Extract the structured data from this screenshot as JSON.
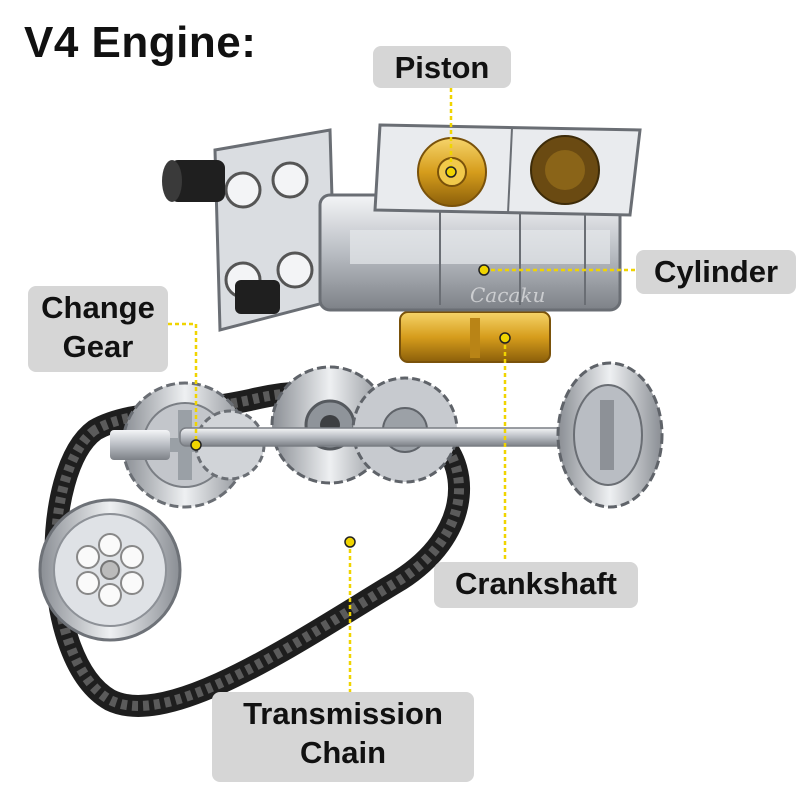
{
  "title": "V4 Engine:",
  "watermark": "Cacaku",
  "labels": {
    "piston": "Piston",
    "cylinder": "Cylinder",
    "change_gear_line1": "Change",
    "change_gear_line2": "Gear",
    "crankshaft": "Crankshaft",
    "chain_line1": "Transmission",
    "chain_line2": "Chain"
  },
  "colors": {
    "leader": "#f0d400",
    "label_bg": "#d6d6d6",
    "metal": "#c9ccd1",
    "gold": "#d9a521",
    "chain": "#2a2a2a"
  }
}
